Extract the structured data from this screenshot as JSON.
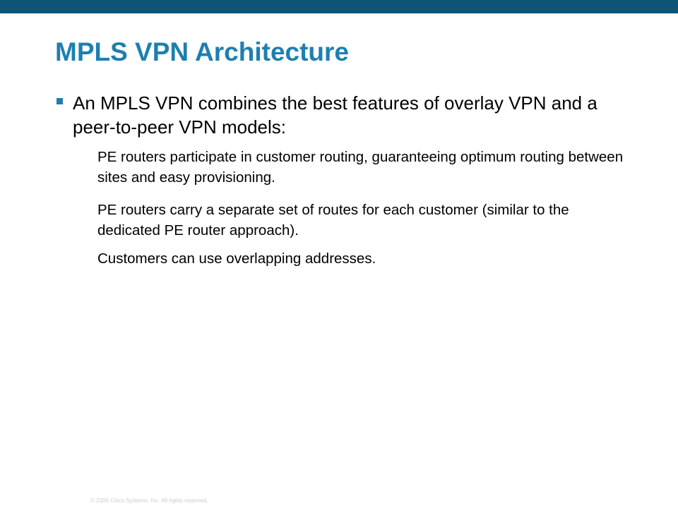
{
  "slide": {
    "title": "MPLS VPN Architecture",
    "bullet": "An MPLS VPN combines the best features of overlay VPN and a peer-to-peer VPN models:",
    "sub_items": [
      "PE routers participate in customer routing, guaranteeing optimum routing between sites and easy provisioning.",
      "PE routers carry a separate set of routes for each customer (similar to the dedicated PE router approach).",
      "Customers can use overlapping addresses."
    ],
    "footer": "© 2006 Cisco Systems, Inc. All rights reserved."
  },
  "colors": {
    "top_bar": "#0d5577",
    "title": "#1d7fb0",
    "bullet_marker": "#1d7fb0",
    "text": "#000000",
    "footer": "#cccccc"
  }
}
